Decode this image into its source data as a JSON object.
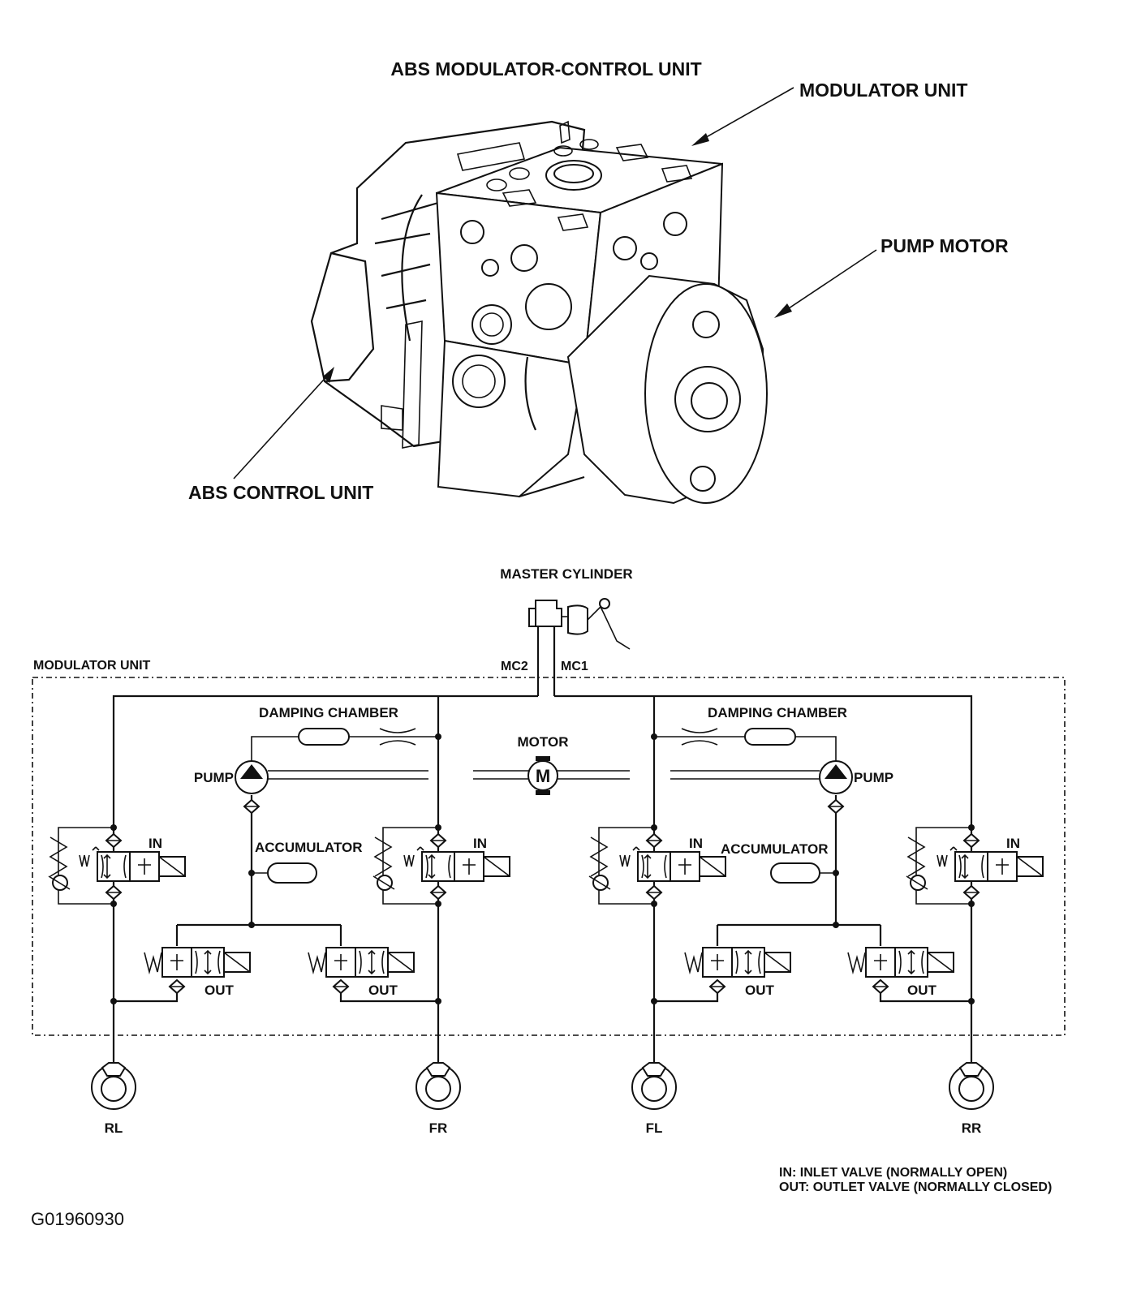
{
  "titles": {
    "main": "ABS MODULATOR-CONTROL UNIT",
    "modulator_unit": "MODULATOR UNIT",
    "pump_motor": "PUMP MOTOR",
    "abs_control_unit": "ABS CONTROL UNIT"
  },
  "schematic": {
    "master_cylinder": "MASTER CYLINDER",
    "box_label": "MODULATOR UNIT",
    "mc2": "MC2",
    "mc1": "MC1",
    "damping_chamber": "DAMPING CHAMBER",
    "motor": "MOTOR",
    "motor_symbol": "M",
    "pump": "PUMP",
    "accumulator": "ACCUMULATOR",
    "inlet": "IN",
    "outlet": "OUT",
    "wheels": [
      "RL",
      "FR",
      "FL",
      "RR"
    ]
  },
  "legend": {
    "in_line": "IN: INLET VALVE (NORMALLY OPEN)",
    "out_line": "OUT: OUTLET VALVE (NORMALLY CLOSED)"
  },
  "figure_id": "G01960930"
}
